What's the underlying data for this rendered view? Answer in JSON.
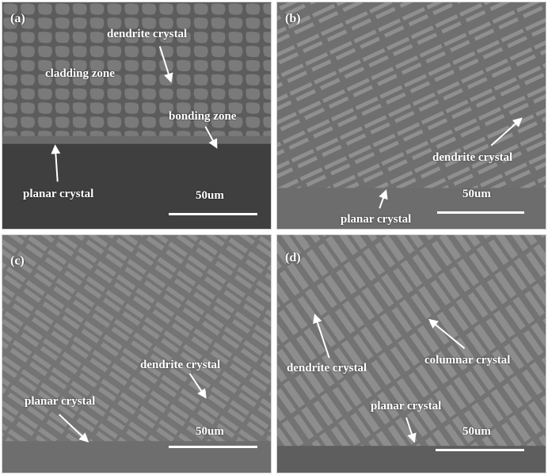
{
  "panels": {
    "a": {
      "label": "(a)",
      "texts": {
        "dendrite": "dendrite crystal",
        "cladding": "cladding zone",
        "bonding": "bonding zone",
        "planar": "planar crystal",
        "scale": "50um"
      }
    },
    "b": {
      "label": "(b)",
      "texts": {
        "dendrite": "dendrite crystal",
        "planar": "planar crystal",
        "scale": "50um"
      }
    },
    "c": {
      "label": "(c)",
      "texts": {
        "dendrite": "dendrite crystal",
        "planar": "planar crystal",
        "scale": "50um"
      }
    },
    "d": {
      "label": "(d)",
      "texts": {
        "dendrite": "dendrite crystal",
        "columnar": "columnar crystal",
        "planar": "planar crystal",
        "scale": "50um"
      }
    }
  },
  "colors": {
    "matrix": "#7d7d7d",
    "dendrite": "#8e8e8e",
    "substrate": "#3f3f3f",
    "annotation": "#ffffff"
  }
}
